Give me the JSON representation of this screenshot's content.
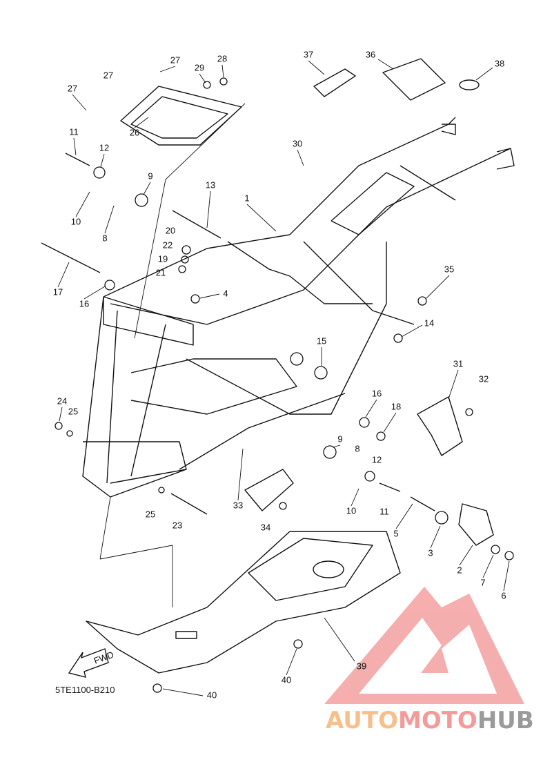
{
  "diagram": {
    "code": "5TE1100-B210",
    "fwd_label": "FWD",
    "callouts": [
      {
        "number": "27"
      },
      {
        "number": "28"
      },
      {
        "number": "29"
      },
      {
        "number": "27"
      },
      {
        "number": "27"
      },
      {
        "number": "26"
      },
      {
        "number": "11"
      },
      {
        "number": "12"
      },
      {
        "number": "9"
      },
      {
        "number": "10"
      },
      {
        "number": "8"
      },
      {
        "number": "13"
      },
      {
        "number": "1"
      },
      {
        "number": "20"
      },
      {
        "number": "22"
      },
      {
        "number": "19"
      },
      {
        "number": "21"
      },
      {
        "number": "17"
      },
      {
        "number": "16"
      },
      {
        "number": "4"
      },
      {
        "number": "37"
      },
      {
        "number": "36"
      },
      {
        "number": "38"
      },
      {
        "number": "30"
      },
      {
        "number": "35"
      },
      {
        "number": "14"
      },
      {
        "number": "15"
      },
      {
        "number": "31"
      },
      {
        "number": "32"
      },
      {
        "number": "16"
      },
      {
        "number": "18"
      },
      {
        "number": "24"
      },
      {
        "number": "25"
      },
      {
        "number": "9"
      },
      {
        "number": "8"
      },
      {
        "number": "12"
      },
      {
        "number": "10"
      },
      {
        "number": "11"
      },
      {
        "number": "5"
      },
      {
        "number": "33"
      },
      {
        "number": "34"
      },
      {
        "number": "25"
      },
      {
        "number": "23"
      },
      {
        "number": "3"
      },
      {
        "number": "2"
      },
      {
        "number": "7"
      },
      {
        "number": "6"
      },
      {
        "number": "39"
      },
      {
        "number": "40"
      },
      {
        "number": "40"
      }
    ]
  },
  "watermark": {
    "brand_part1": "AUTO",
    "brand_part2": "MOTO",
    "brand_part3": "HUB",
    "colors": {
      "auto": "#f7c08a",
      "moto": "#f49a9a",
      "hub": "#9a9a9a",
      "logo": "#f4a0a0"
    }
  }
}
